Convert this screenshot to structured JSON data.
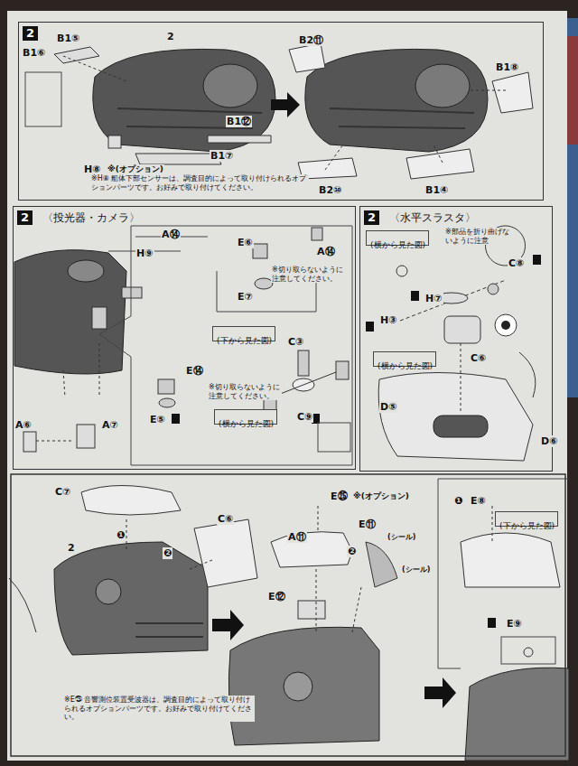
{
  "diagram": {
    "nodes": [
      {
        "text": [
          "2"
        ]
      },
      {
        "text": [
          "2",
          "〈投光器・カメラ〉"
        ]
      },
      {
        "text": [
          "2",
          "〈水平スラスタ〉"
        ]
      },
      {
        "text": [
          "(下から見た図)"
        ],
        "in": 1
      },
      {
        "text": [
          "(横から見た図)"
        ],
        "in": 1
      },
      {
        "text": [
          "(横から見た図)"
        ],
        "in": 2
      },
      {
        "text": [
          "(横から見た図)"
        ],
        "in": 2
      },
      {
        "text": [
          "(下から見た図)"
        ]
      }
    ],
    "labels": [
      "B1⑤",
      "B1⑥",
      "2",
      "B1⑫",
      "B1⑦",
      "H⑧",
      "※(オプション)",
      "※H⑧ 船体下部センサーは、調査目的によって取り付けられるオプションパーツです。お好みで取り付けてください。",
      "B2⑪",
      "B1⑧",
      "B2⑩",
      "B1④",
      "A⑭",
      "H⑨",
      "A⑥",
      "A⑦",
      "E⑥",
      "A⑭",
      "E⑦",
      "※切り取らないように注意してください。",
      "C③",
      "E⑭",
      "※切り取らないように注意してください。",
      "E⑤",
      "C⑨",
      "H⑦",
      "H③",
      "C⑧",
      "※部品を折り曲げないように注意",
      "C⑥",
      "D⑤",
      "D⑥",
      "C⑦",
      "C⑥",
      "2",
      "❶",
      "❷",
      "A⑪",
      "E㉕",
      "※(オプション)",
      "E⑪",
      "(シール)",
      "(シール)",
      "❷",
      "E⑫",
      "❶",
      "E⑧",
      "E⑨",
      "※E㉕ 音響測位装置受波器は、調査目的によって取り付けられるオプションパーツです。お好みで取り付けてください。"
    ]
  }
}
